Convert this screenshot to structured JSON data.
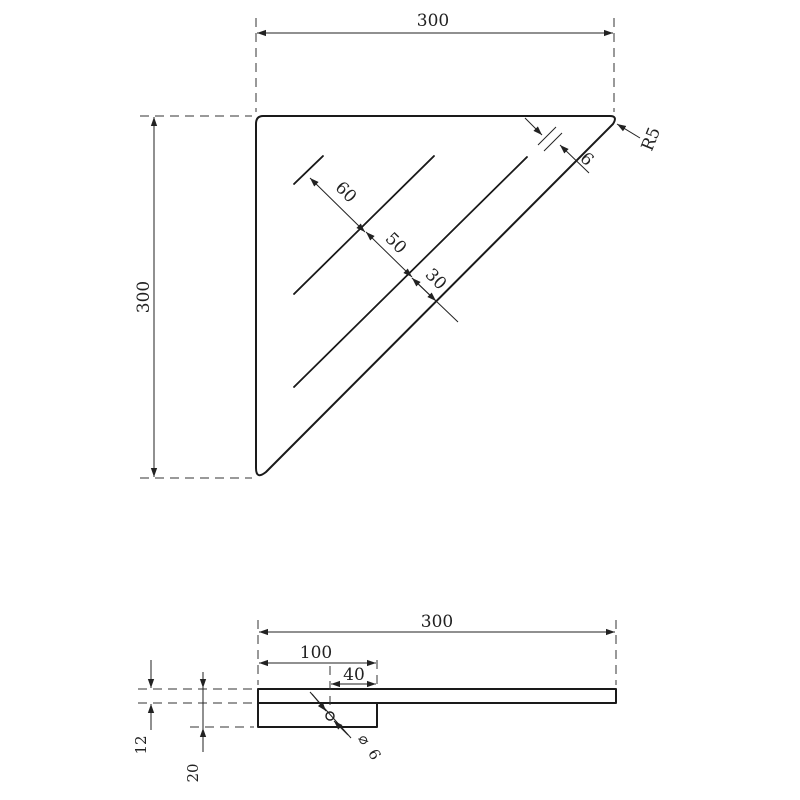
{
  "top_view": {
    "width_label": "300",
    "height_label": "300",
    "radius_label": "R5",
    "edge_gap_label": "6",
    "slot_spacing_1_label": "60",
    "slot_spacing_2_label": "50",
    "slot_spacing_3_label": "30"
  },
  "side_view": {
    "length_label": "300",
    "bracket_length_label": "100",
    "hole_offset_label": "40",
    "shelf_thickness_label": "12",
    "bracket_height_label": "20",
    "hole_diameter_label": "6",
    "hole_symbol": "⌀"
  },
  "colors": {
    "line": "#1a1a1a",
    "background": "#ffffff"
  }
}
